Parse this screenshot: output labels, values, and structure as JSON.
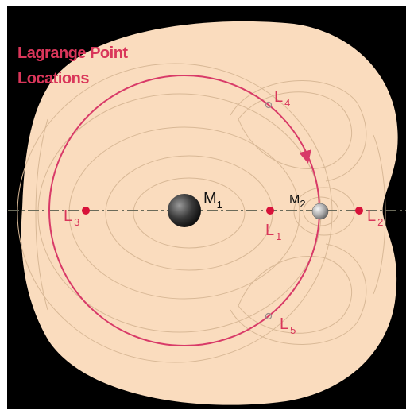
{
  "title": {
    "line1": "Lagrange Point",
    "line2": "Locations"
  },
  "bodies": {
    "primary": {
      "letter": "M",
      "sub": "1"
    },
    "secondary": {
      "letter": "M",
      "sub": "2"
    }
  },
  "points": {
    "l1": {
      "letter": "L",
      "sub": "1"
    },
    "l2": {
      "letter": "L",
      "sub": "2"
    },
    "l3": {
      "letter": "L",
      "sub": "3"
    },
    "l4": {
      "letter": "L",
      "sub": "4"
    },
    "l5": {
      "letter": "L",
      "sub": "5"
    }
  },
  "colors": {
    "background": "#000000",
    "potential_field": "#fadcbe",
    "contour_lines": "#d8b896",
    "orbit": "#d83a68",
    "label_red": "#d9365a",
    "label_dark": "#111111",
    "axis": "#6b6b5a"
  }
}
